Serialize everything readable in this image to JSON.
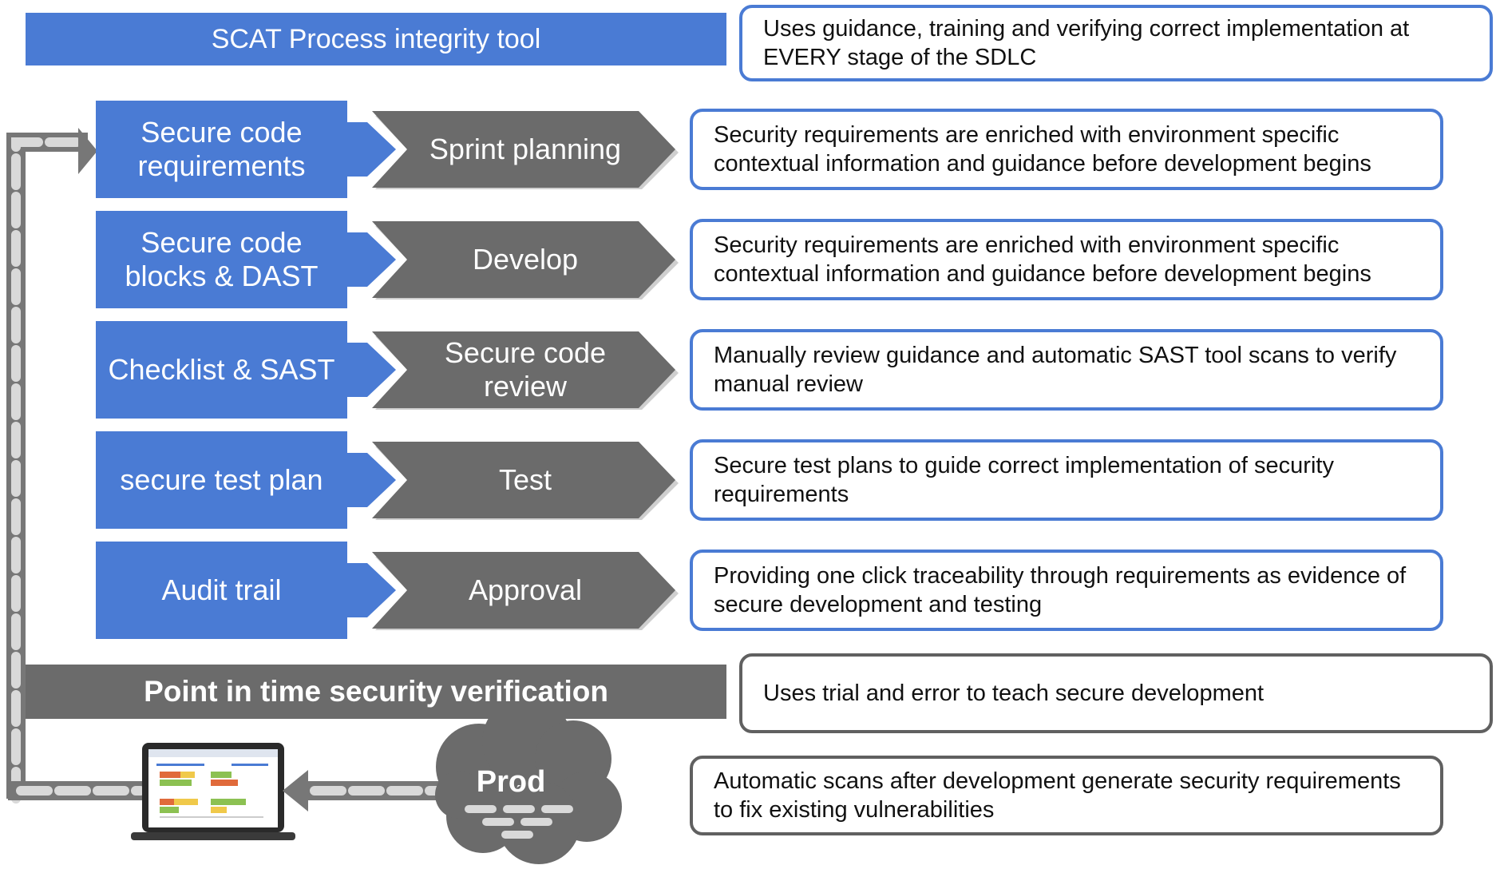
{
  "header": {
    "title": "SCAT Process integrity tool",
    "description": "Uses guidance, training and verifying correct implementation at EVERY stage of the SDLC"
  },
  "stages": [
    {
      "tool": "Secure code\nrequirements",
      "phase": "Sprint planning",
      "note": "Security requirements are enriched with environment specific contextual information and guidance before development begins"
    },
    {
      "tool": "Secure code\nblocks & DAST",
      "phase": "Develop",
      "note": "Security requirements are enriched with environment specific contextual information and guidance before development begins"
    },
    {
      "tool": "Checklist & SAST",
      "phase": "Secure code\nreview",
      "note": "Manually review guidance and automatic SAST tool scans to verify manual review"
    },
    {
      "tool": "secure test plan",
      "phase": "Test",
      "note": "Secure test plans to guide correct implementation of security requirements"
    },
    {
      "tool": "Audit trail",
      "phase": "Approval",
      "note": "Providing one click traceability through requirements as evidence of secure development and testing"
    }
  ],
  "verification": {
    "title": "Point in time security verification",
    "description": "Uses trial and error to teach secure development"
  },
  "prod": {
    "label": "Prod",
    "description": "Automatic scans after development generate security requirements to fix existing vulnerabilities"
  },
  "colors": {
    "blue": "#4a7bd4",
    "dark_grey": "#6b6b6b",
    "arrow_grey": "#777777",
    "dash_fill": "#d9d9d9"
  }
}
